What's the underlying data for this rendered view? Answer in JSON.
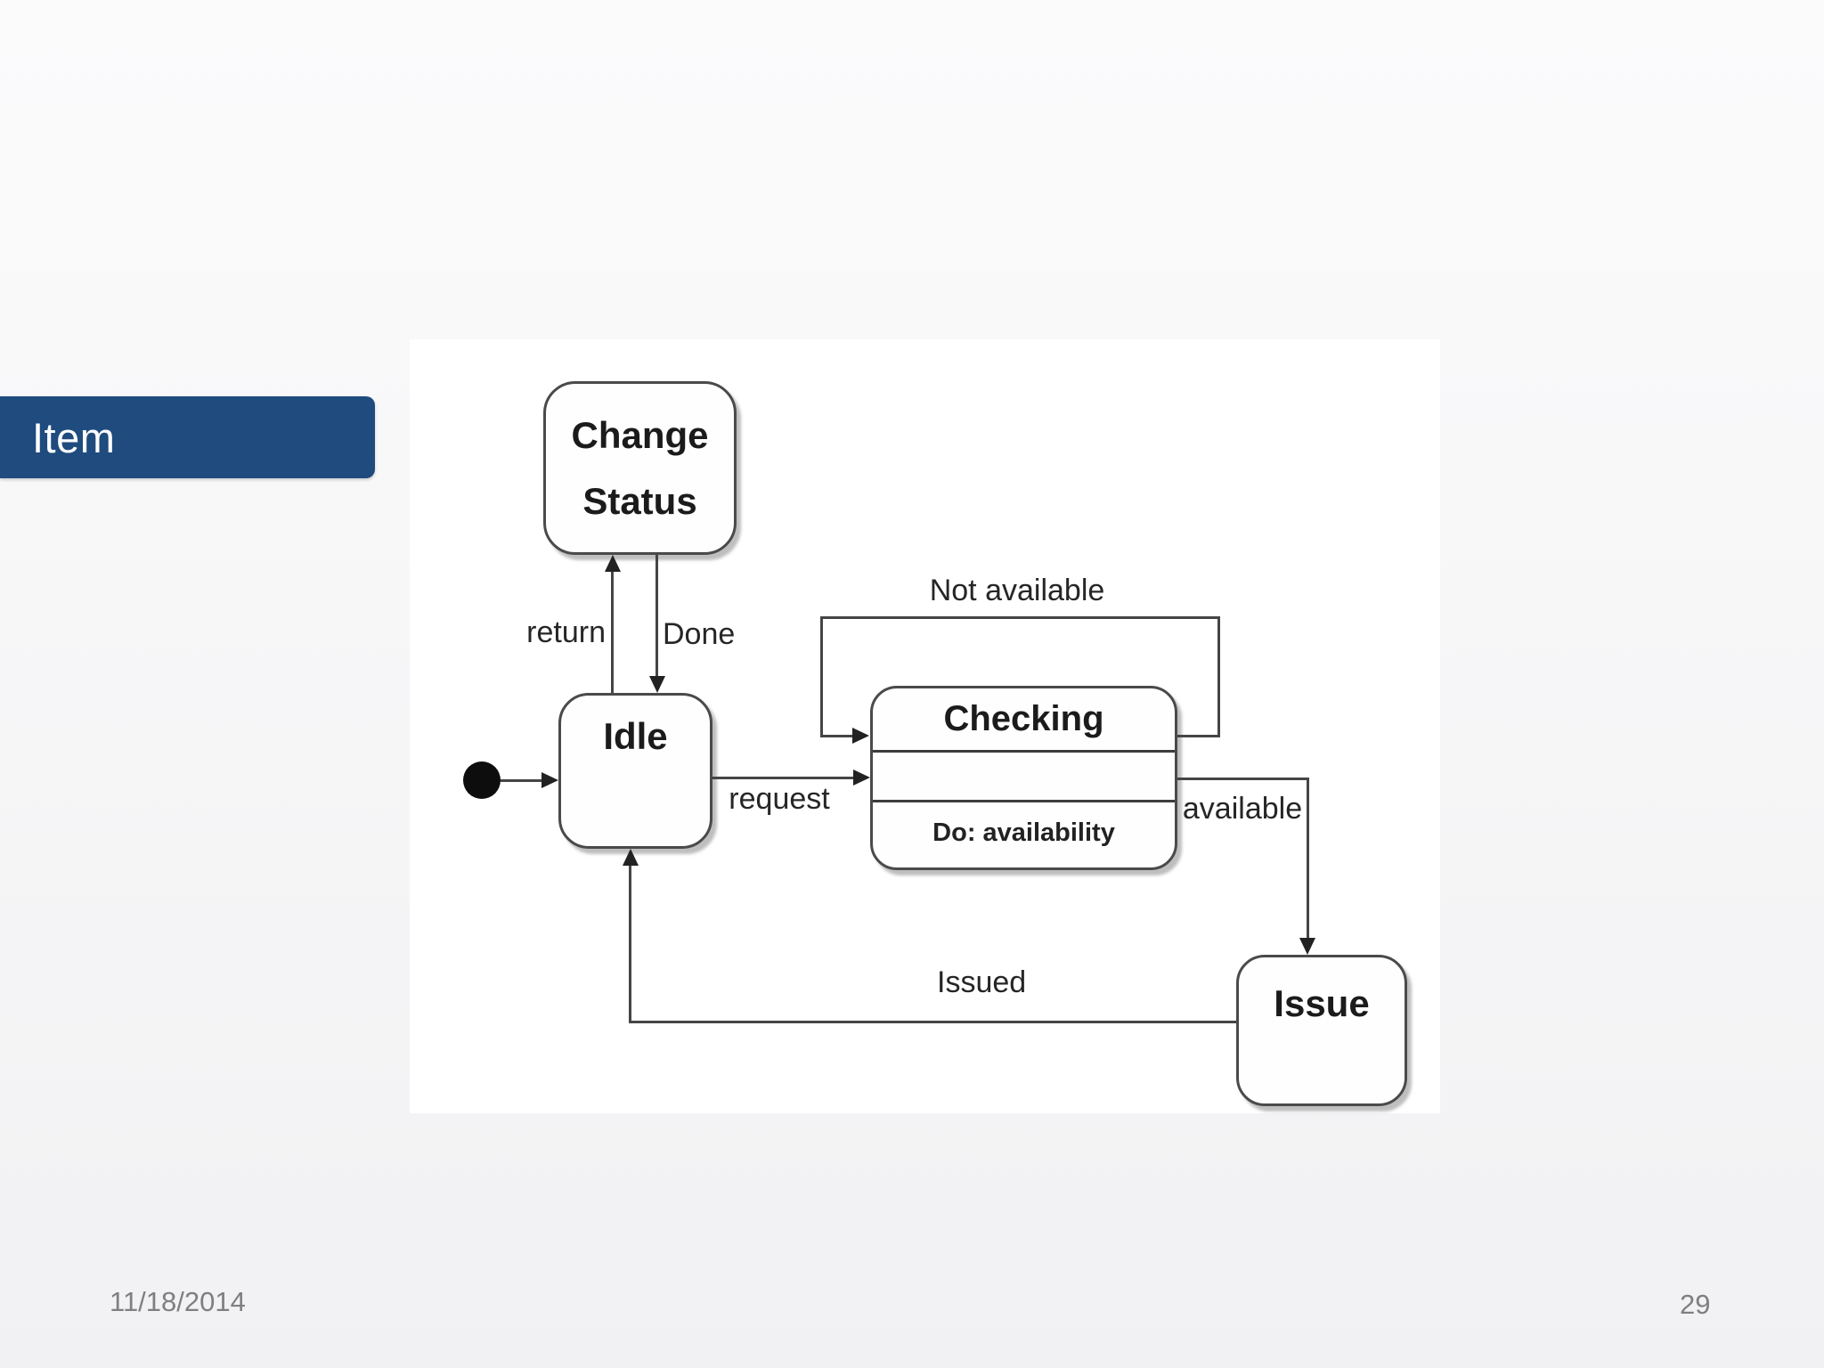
{
  "slide": {
    "title_banner": "Item",
    "footer": {
      "date": "11/18/2014",
      "page_number": "29"
    }
  },
  "colors": {
    "banner_bg": "#1f4b7e",
    "banner_text": "#ffffff",
    "panel_bg": "#ffffff",
    "diagram_line": "#454545",
    "footer_text": "#7f7f82"
  },
  "diagram": {
    "kind": "uml-state-machine",
    "initial_pseudostate": "filled-dot",
    "states": [
      {
        "name": "Change Status",
        "line1": "Change",
        "line2": "Status"
      },
      {
        "name": "Idle"
      },
      {
        "name": "Checking",
        "activity": "Do: availability"
      },
      {
        "name": "Issue"
      }
    ],
    "transitions": [
      {
        "from": "Idle",
        "to": "Change Status",
        "label": "return"
      },
      {
        "from": "Change Status",
        "to": "Idle",
        "label": "Done"
      },
      {
        "from": "Idle",
        "to": "Checking",
        "label": "request"
      },
      {
        "from": "Checking",
        "to": "Checking",
        "label": "Not available"
      },
      {
        "from": "Checking",
        "to": "Issue",
        "label": "available"
      },
      {
        "from": "Issue",
        "to": "Idle",
        "label": "Issued"
      }
    ]
  }
}
